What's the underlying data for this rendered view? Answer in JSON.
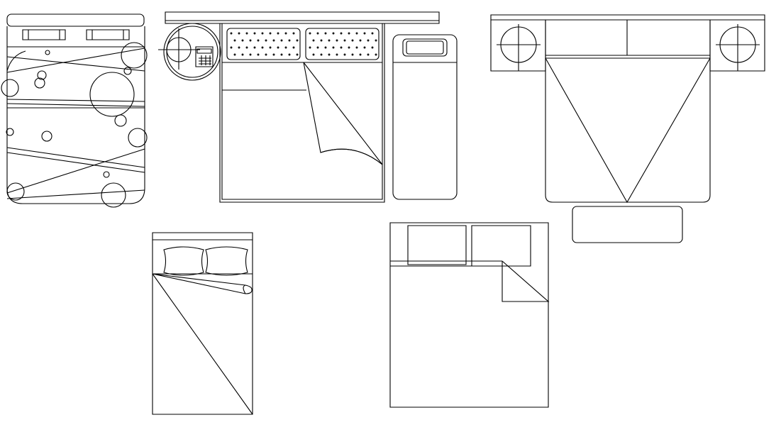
{
  "drawing": {
    "background": "#ffffff",
    "line_color": "#000000",
    "blocks": [
      {
        "id": "double-bed-patterned-quilt",
        "parts": [
          "headboard",
          "two-pillows",
          "patterned-quilt"
        ]
      },
      {
        "id": "double-bed-with-nightstand",
        "parts": [
          "headboard",
          "round-nightstand",
          "telephone",
          "two-dotted-pillows",
          "folded-sheet-corner"
        ]
      },
      {
        "id": "single-bed-side",
        "parts": [
          "mattress",
          "pillow"
        ]
      },
      {
        "id": "king-bed-with-side-tables",
        "parts": [
          "headboard",
          "two-round-side-tables",
          "two-pillows",
          "triangle-sheet",
          "bench"
        ]
      },
      {
        "id": "single-bed-sheet",
        "parts": [
          "headboard",
          "two-pillows",
          "diagonal-sheet"
        ]
      },
      {
        "id": "double-bed-simple",
        "parts": [
          "two-pillows",
          "folded-sheet-corner"
        ]
      }
    ]
  }
}
